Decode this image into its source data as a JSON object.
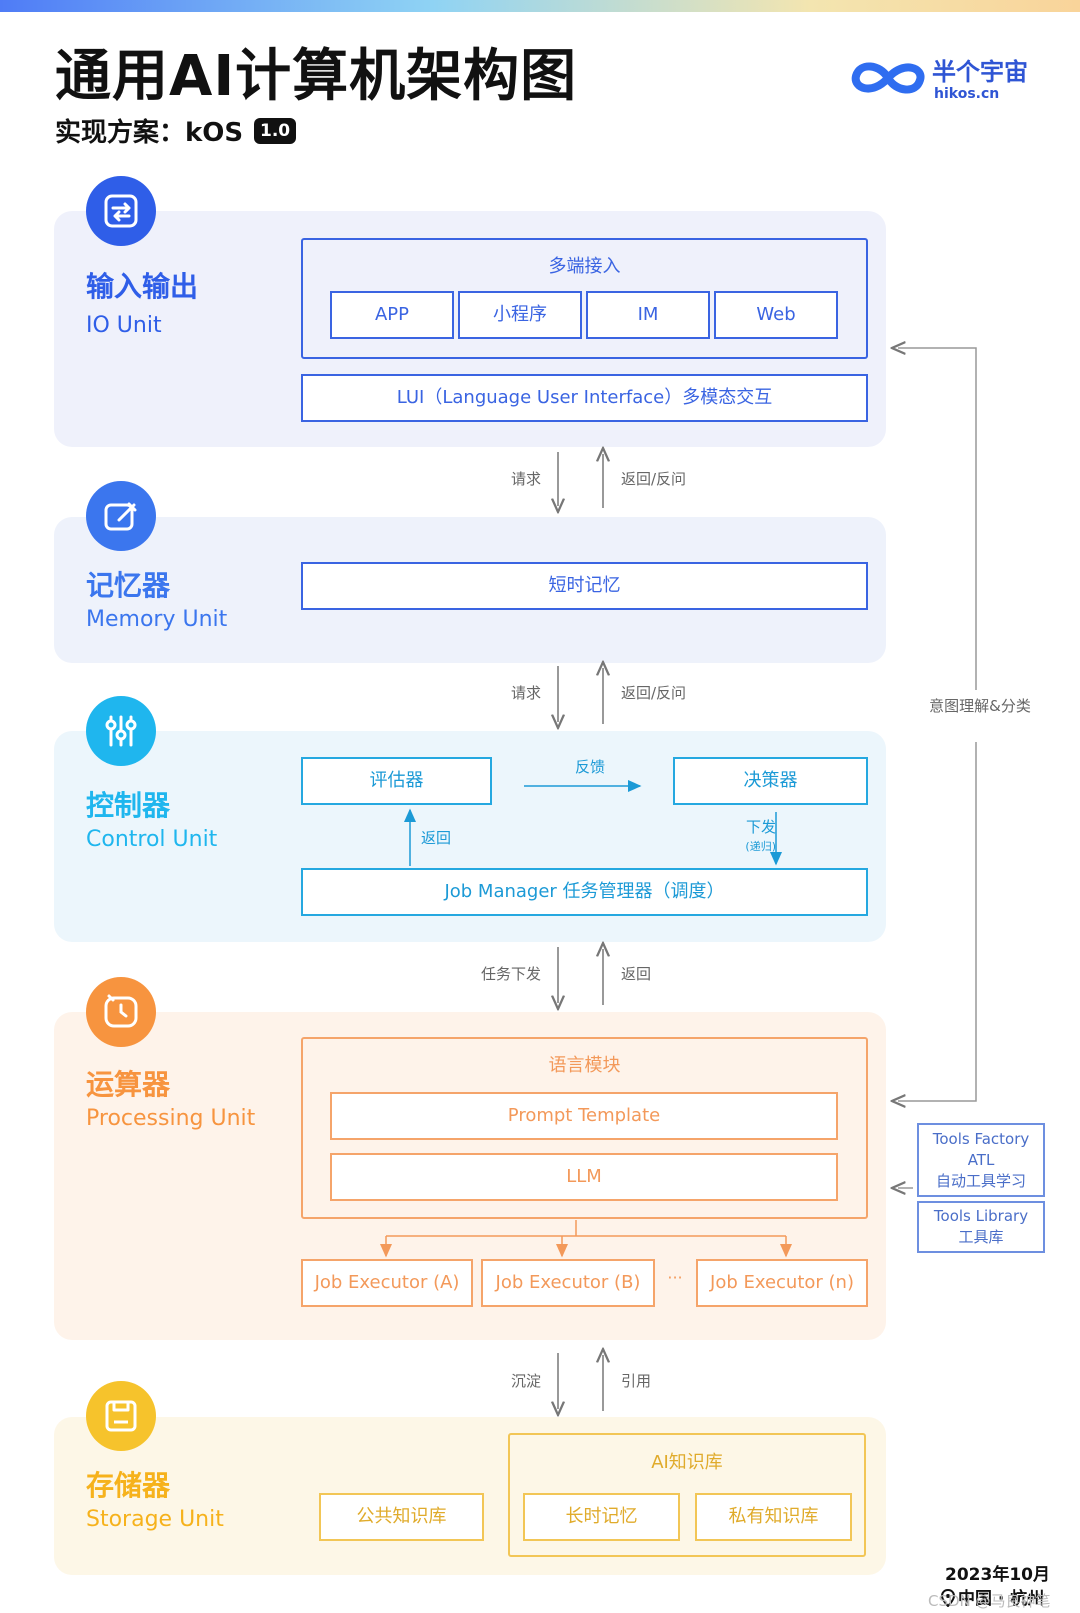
{
  "title": "通用AI计算机架构图",
  "subtitle": "实现方案：kOS",
  "version": "1.0",
  "logo": {
    "name": "半个宇宙",
    "url": "hikos.cn"
  },
  "colors": {
    "blue": "#3a64e2",
    "cyan": "#25a8e0",
    "orange": "#f5a46a",
    "yellow": "#f2c656"
  },
  "units": {
    "io": {
      "cn": "输入输出",
      "en": "IO Unit",
      "icon": "exchange-icon",
      "multi_access": "多端接入",
      "endpoints": [
        "APP",
        "小程序",
        "IM",
        "Web"
      ],
      "lui": "LUI（Language User Interface）多模态交互"
    },
    "memory": {
      "cn": "记忆器",
      "en": "Memory Unit",
      "icon": "edit-icon",
      "short_term": "短时记忆"
    },
    "control": {
      "cn": "控制器",
      "en": "Control Unit",
      "icon": "sliders-icon",
      "evaluator": "评估器",
      "decider": "决策器",
      "feedback": "反馈",
      "return": "返回",
      "dispatch": "下发",
      "recursive": "(递归)",
      "job_manager": "Job Manager 任务管理器（调度）"
    },
    "processing": {
      "cn": "运算器",
      "en": "Processing Unit",
      "icon": "clock-cycle-icon",
      "language_module": "语言模块",
      "prompt_template": "Prompt Template",
      "llm": "LLM",
      "executors": [
        "Job Executor (A)",
        "Job Executor (B)",
        "Job Executor (n)"
      ],
      "ellipsis": "···"
    },
    "storage": {
      "cn": "存储器",
      "en": "Storage Unit",
      "icon": "save-icon",
      "public_kb": "公共知识库",
      "ai_kb": "AI知识库",
      "long_term": "长时记忆",
      "private_kb": "私有知识库"
    }
  },
  "connectors": {
    "io_mem": {
      "down": "请求",
      "up": "返回/反问"
    },
    "mem_ctl": {
      "down": "请求",
      "up": "返回/反问"
    },
    "ctl_proc": {
      "down": "任务下发",
      "up": "返回"
    },
    "proc_sto": {
      "down": "沉淀",
      "up": "引用"
    }
  },
  "side": {
    "intent": "意图理解&分类",
    "tools_factory": [
      "Tools Factory",
      "ATL",
      "自动工具学习"
    ],
    "tools_library": [
      "Tools Library",
      "工具库"
    ]
  },
  "footer": {
    "date": "2023年10月",
    "place": "中国 · 杭州",
    "watermark": "CSDN @马良神笔"
  }
}
